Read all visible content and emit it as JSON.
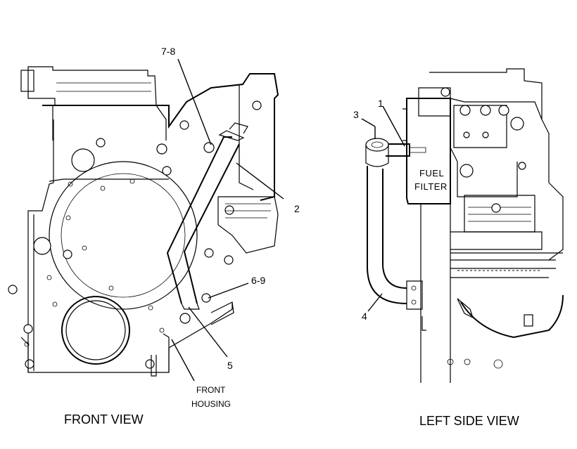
{
  "front_view": {
    "title": "FRONT VIEW",
    "callouts": {
      "c78": "7-8",
      "c2": "2",
      "c69": "6-9",
      "c5": "5"
    },
    "housing_label_line1": "FRONT",
    "housing_label_line2": "HOUSING"
  },
  "side_view": {
    "title": "LEFT SIDE VIEW",
    "callouts": {
      "c1": "1",
      "c3": "3",
      "c4": "4"
    },
    "filter_label_line1": "FUEL",
    "filter_label_line2": "FILTER"
  }
}
